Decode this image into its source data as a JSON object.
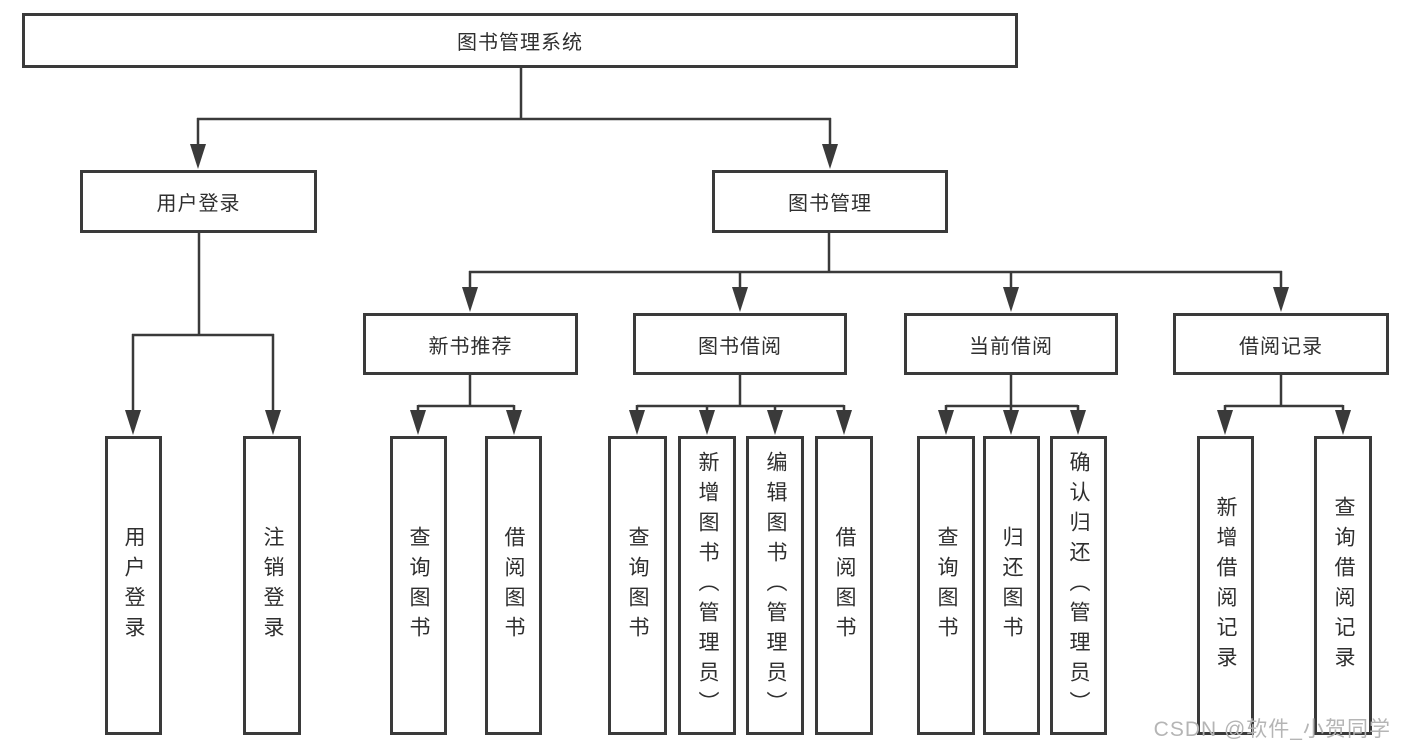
{
  "tree": {
    "root": {
      "label": "图书管理系统"
    },
    "branches": [
      {
        "label": "用户登录",
        "children": [
          {
            "label": "用户登录"
          },
          {
            "label": "注销登录"
          }
        ]
      },
      {
        "label": "图书管理",
        "children": [
          {
            "label": "新书推荐",
            "children": [
              {
                "label": "查询图书"
              },
              {
                "label": "借阅图书"
              }
            ]
          },
          {
            "label": "图书借阅",
            "children": [
              {
                "label": "查询图书"
              },
              {
                "label": "新增图书（管理员）"
              },
              {
                "label": "编辑图书（管理员）"
              },
              {
                "label": "借阅图书"
              }
            ]
          },
          {
            "label": "当前借阅",
            "children": [
              {
                "label": "查询图书"
              },
              {
                "label": "归还图书"
              },
              {
                "label": "确认归还（管理员）"
              }
            ]
          },
          {
            "label": "借阅记录",
            "children": [
              {
                "label": "新增借阅记录"
              },
              {
                "label": "查询借阅记录"
              }
            ]
          }
        ]
      }
    ]
  },
  "watermark": "CSDN @软件_小贺同学",
  "colors": {
    "line": "#3a3a3a",
    "text": "#2f2f2f",
    "watermark": "#b5b5b5",
    "background": "#ffffff"
  }
}
